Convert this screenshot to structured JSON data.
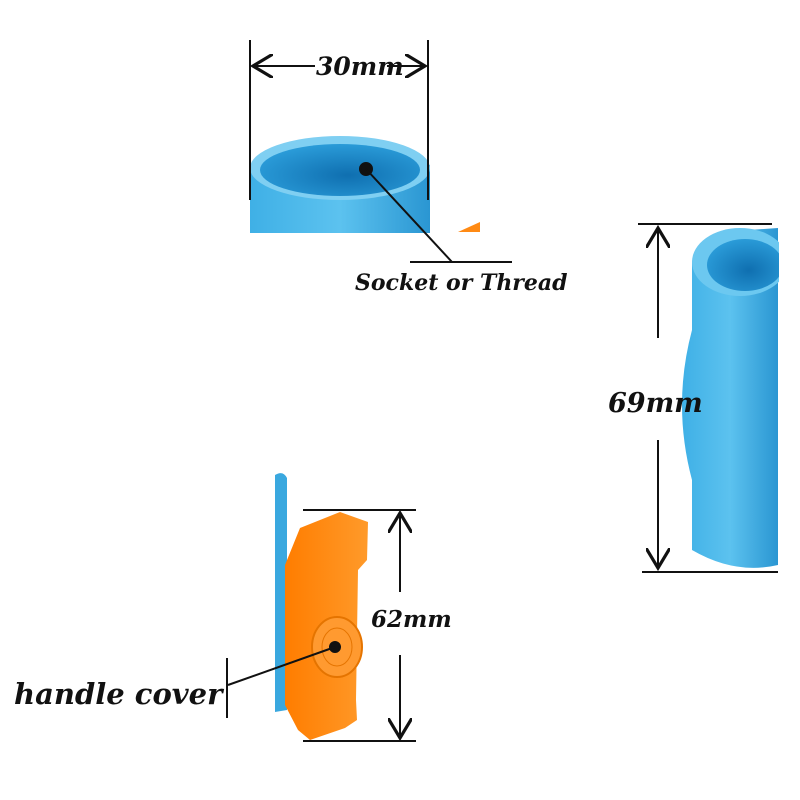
{
  "labels": {
    "top_width": "30mm",
    "socket": "Socket or Thread",
    "height": "69mm",
    "handle_height": "62mm",
    "handle_cover": "handle cover"
  },
  "colors": {
    "pipe_blue": "#3aa8df",
    "pipe_blue_dark": "#1d7fc0",
    "handle_orange": "#ff8a14",
    "line": "#111111"
  }
}
